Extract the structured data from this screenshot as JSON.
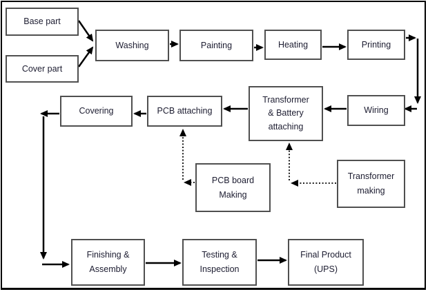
{
  "diagram_type": "process-flowchart",
  "colors": {
    "background": "#ffffff",
    "frame_border": "#000000",
    "box_border": "#4f4f4f",
    "box_fill": "#ffffff",
    "arrow_solid": "#000000",
    "arrow_dotted": "#000000",
    "text": "#1c1c30"
  },
  "nodes": {
    "base_part": {
      "label": "Base part"
    },
    "cover_part": {
      "label": "Cover part"
    },
    "washing": {
      "label": "Washing"
    },
    "painting": {
      "label": "Painting"
    },
    "heating": {
      "label": "Heating"
    },
    "printing": {
      "label": "Printing"
    },
    "wiring": {
      "label": "Wiring"
    },
    "transformer_battery_attaching": {
      "label": "Transformer\n& Battery\nattaching"
    },
    "pcb_attaching": {
      "label": "PCB attaching"
    },
    "covering": {
      "label": "Covering"
    },
    "pcb_board_making": {
      "label": "PCB board\nMaking"
    },
    "transformer_making": {
      "label": "Transformer\nmaking"
    },
    "finishing_assembly": {
      "label": "Finishing &\nAssembly"
    },
    "testing_inspection": {
      "label": "Testing &\nInspection"
    },
    "final_product": {
      "label": "Final Product\n(UPS)"
    }
  },
  "edges": [
    {
      "from": "Base part",
      "to": "Washing",
      "style": "solid"
    },
    {
      "from": "Cover part",
      "to": "Washing",
      "style": "solid"
    },
    {
      "from": "Washing",
      "to": "Painting",
      "style": "solid"
    },
    {
      "from": "Painting",
      "to": "Heating",
      "style": "solid"
    },
    {
      "from": "Heating",
      "to": "Printing",
      "style": "solid"
    },
    {
      "from": "Printing",
      "to": "Wiring",
      "style": "solid"
    },
    {
      "from": "Wiring",
      "to": "Transformer & Battery attaching",
      "style": "solid"
    },
    {
      "from": "Transformer & Battery attaching",
      "to": "PCB attaching",
      "style": "solid"
    },
    {
      "from": "PCB attaching",
      "to": "Covering",
      "style": "solid"
    },
    {
      "from": "Covering",
      "to": "Finishing & Assembly",
      "style": "solid"
    },
    {
      "from": "Finishing & Assembly",
      "to": "Testing & Inspection",
      "style": "solid"
    },
    {
      "from": "Testing & Inspection",
      "to": "Final Product (UPS)",
      "style": "solid"
    },
    {
      "from": "PCB board Making",
      "to": "PCB attaching",
      "style": "dotted"
    },
    {
      "from": "Transformer making",
      "to": "Transformer & Battery attaching",
      "style": "dotted"
    }
  ]
}
